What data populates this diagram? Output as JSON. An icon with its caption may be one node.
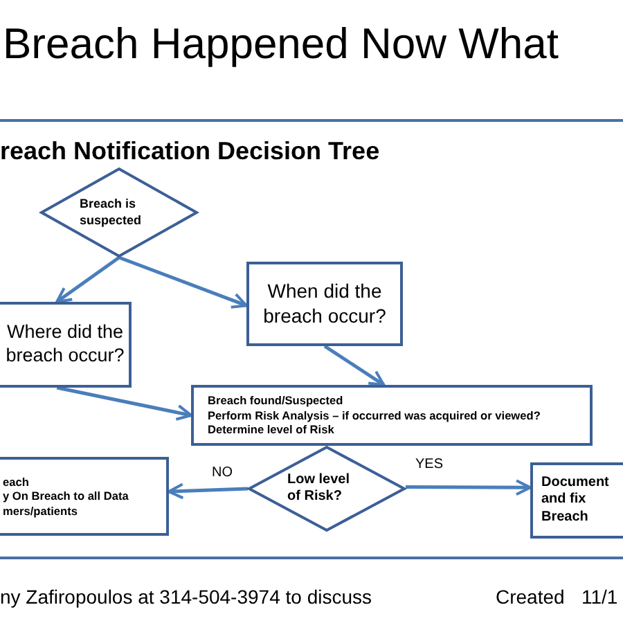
{
  "diagram": {
    "title": "Breach Happened Now What",
    "nodes": [
      {
        "text": [
          "Breach is suspected"
        ]
      },
      {
        "text": [
          "When did the breach occur?"
        ]
      },
      {
        "text": [
          "Where did the breach occur?"
        ]
      },
      {
        "text": [
          "Breach found/Suspected",
          "Perform Risk Analysis – if occurred was acquired or viewed?",
          "Determine level of Risk"
        ]
      },
      {
        "text": [
          "Low level of Risk?"
        ]
      },
      {
        "text": [
          "each",
          "y On Breach to all Data",
          "mers/patients"
        ]
      },
      {
        "text": [
          "Document and fix Breach"
        ]
      }
    ],
    "edges": [
      {
        "from": 0,
        "to": 2,
        "arrow": "to"
      },
      {
        "from": 0,
        "to": 1,
        "arrow": "to"
      },
      {
        "from": 1,
        "to": 3,
        "arrow": "to"
      },
      {
        "from": 2,
        "to": 3,
        "arrow": "to"
      },
      {
        "from": 4,
        "to": 5,
        "arrow": "to",
        "label": "NO"
      },
      {
        "from": 4,
        "to": 6,
        "arrow": "to",
        "label": "YES"
      }
    ],
    "labels": [
      "reach Notification Decision Tree",
      "ny Zafiropoulos at 314-504-3974 to discuss",
      "Created",
      "11/1"
    ]
  }
}
